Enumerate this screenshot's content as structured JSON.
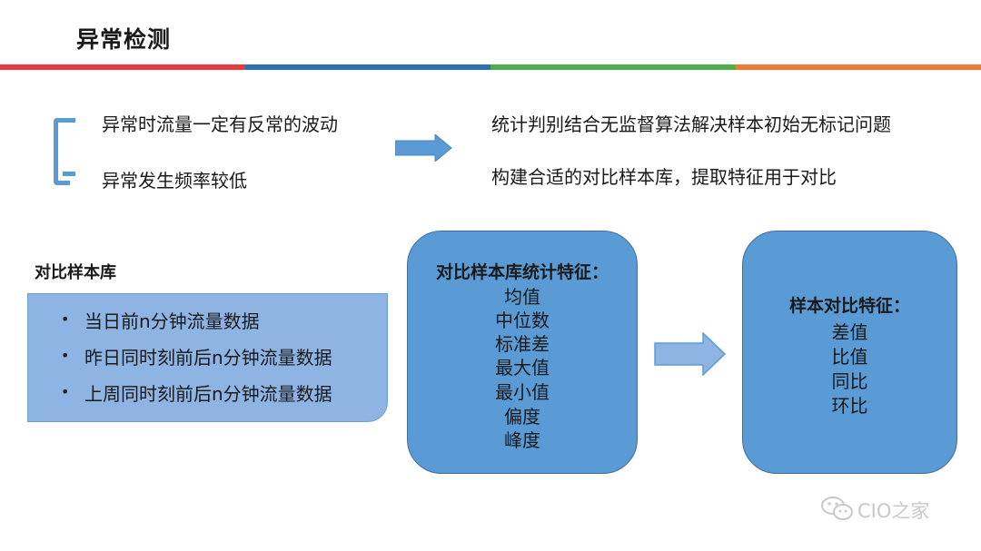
{
  "title": "异常检测",
  "left_points": [
    "异常时流量一定有反常的波动",
    "异常发生频率较低"
  ],
  "right_points": [
    "统计判别结合无监督算法解决样本初始无标记问题",
    "构建合适的对比样本库，提取特征用于对比"
  ],
  "library": {
    "title": "对比样本库",
    "items": [
      "当日前n分钟流量数据",
      "昨日同时刻前后n分钟流量数据",
      "上周同时刻前后n分钟流量数据"
    ]
  },
  "stats_box": {
    "title": "对比样本库统计特征：",
    "items": [
      "均值",
      "中位数",
      "标准差",
      "最大值",
      "最小值",
      "偏度",
      "峰度"
    ]
  },
  "compare_box": {
    "title": "样本对比特征：",
    "items": [
      "差值",
      "比值",
      "同比",
      "环比"
    ]
  },
  "watermark": "CIO之家",
  "colors": {
    "red": "#e8393f",
    "blue": "#2a72b5",
    "green": "#4eae4a",
    "orange": "#ef7a33",
    "box_fill": "#5b9bd5",
    "library_fill": "#8db4e2"
  }
}
